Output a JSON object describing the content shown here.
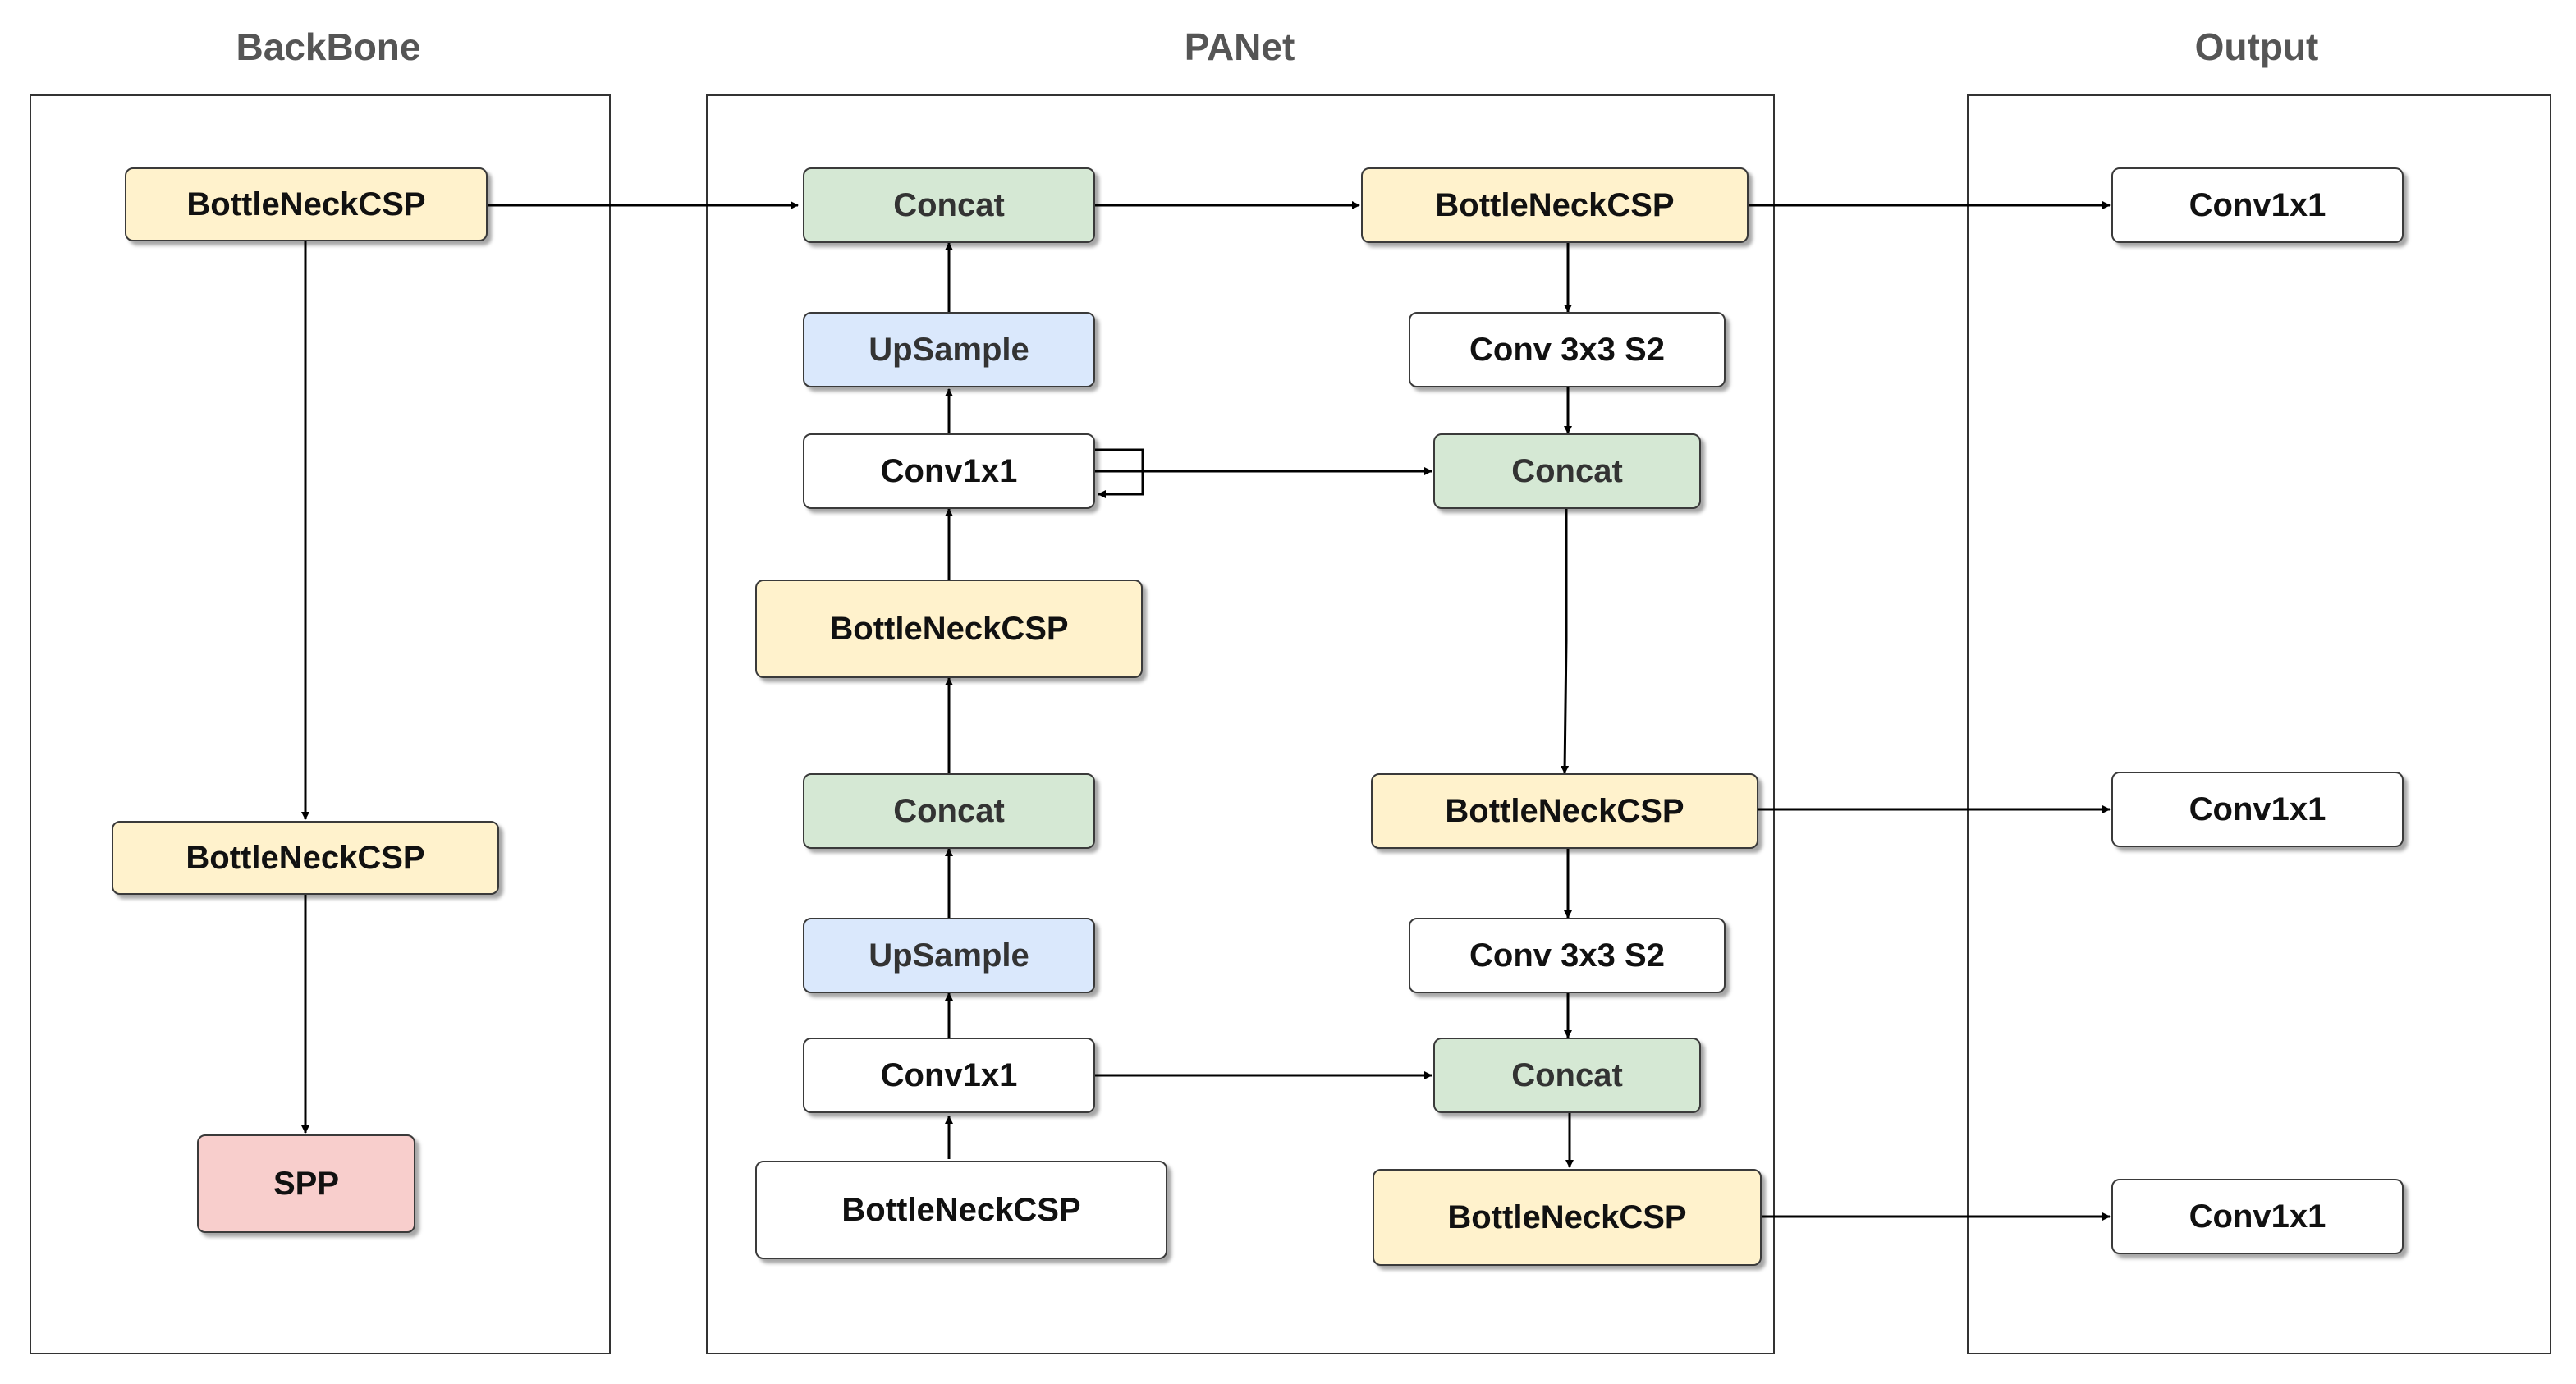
{
  "sections": {
    "backbone": "BackBone",
    "panet": "PANet",
    "output": "Output"
  },
  "colors": {
    "bottleneck": "#fff2cc",
    "concat": "#d5e8d4",
    "upsample": "#dae8fc",
    "spp": "#f8cecc",
    "plain": "#ffffff",
    "edge": "#000000"
  },
  "nodes": {
    "bb_csp1": "BottleNeckCSP",
    "bb_csp2": "BottleNeckCSP",
    "bb_spp": "SPP",
    "pa_concat1": "Concat",
    "pa_up1": "UpSample",
    "pa_conv1": "Conv1x1",
    "pa_csp1": "BottleNeckCSP",
    "pa_concat2": "Concat",
    "pa_up2": "UpSample",
    "pa_conv2": "Conv1x1",
    "pa_csp2": "BottleNeckCSP",
    "pa_csp3": "BottleNeckCSP",
    "pa_conv3": "Conv 3x3 S2",
    "pa_concat3": "Concat",
    "pa_csp4": "BottleNeckCSP",
    "pa_conv4": "Conv 3x3 S2",
    "pa_concat4": "Concat",
    "pa_csp5": "BottleNeckCSP",
    "out_conv1": "Conv1x1",
    "out_conv2": "Conv1x1",
    "out_conv3": "Conv1x1"
  }
}
